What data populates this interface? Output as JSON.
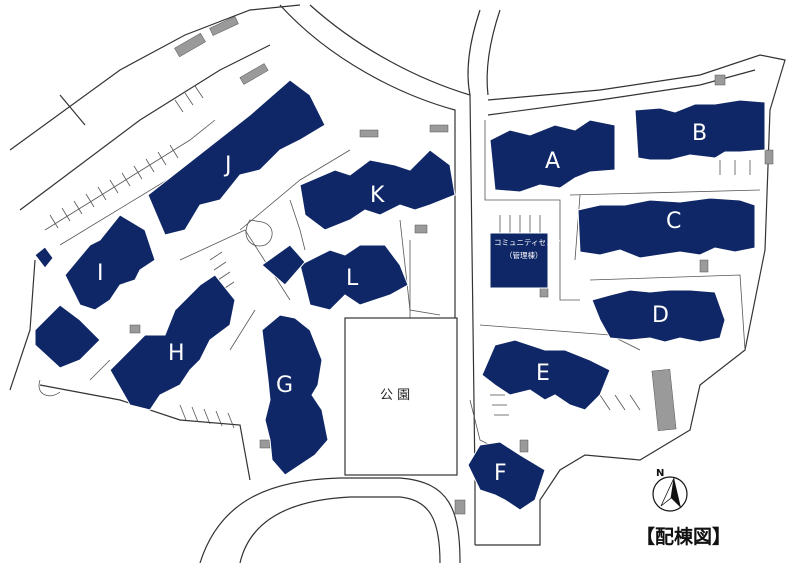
{
  "map": {
    "title": "【配棟図】",
    "park_label": "公 園",
    "community_center": {
      "line1": "コミュニティセンター",
      "line2": "（管理棟）"
    },
    "north_label": "N",
    "buildings": {
      "A": "A",
      "B": "B",
      "C": "C",
      "D": "D",
      "E": "E",
      "F": "F",
      "G": "G",
      "H": "H",
      "I": "I",
      "J": "J",
      "K": "K",
      "L": "L"
    },
    "colors": {
      "building": "#0f2766",
      "road": "#333333",
      "stair": "#9a9a9a"
    }
  }
}
